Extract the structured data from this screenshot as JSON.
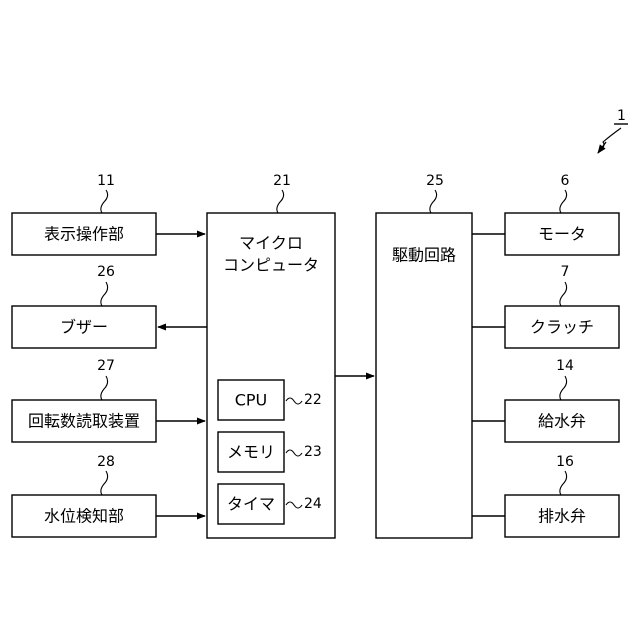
{
  "figure_ref": "1",
  "blocks": {
    "display_panel": {
      "label": "表示操作部",
      "ref": "11"
    },
    "buzzer": {
      "label": "ブザー",
      "ref": "26"
    },
    "rotation_reader": {
      "label": "回転数読取装置",
      "ref": "27"
    },
    "water_level": {
      "label": "水位検知部",
      "ref": "28"
    },
    "microcomputer": {
      "label_line1": "マイクロ",
      "label_line2": "コンピュータ",
      "ref": "21"
    },
    "cpu": {
      "label": "CPU",
      "ref": "22"
    },
    "memory": {
      "label": "メモリ",
      "ref": "23"
    },
    "timer": {
      "label": "タイマ",
      "ref": "24"
    },
    "drive_circuit": {
      "label": "駆動回路",
      "ref": "25"
    },
    "motor": {
      "label": "モータ",
      "ref": "6"
    },
    "clutch": {
      "label": "クラッチ",
      "ref": "7"
    },
    "supply_valve": {
      "label": "給水弁",
      "ref": "14"
    },
    "drain_valve": {
      "label": "排水弁",
      "ref": "16"
    }
  }
}
